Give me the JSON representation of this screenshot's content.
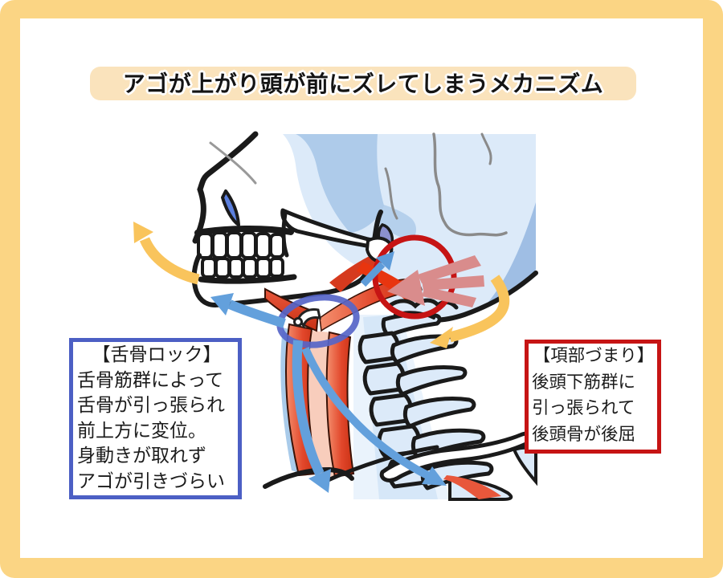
{
  "frame": {
    "border_color": "#FBD584",
    "panel_color": "#FFFFFF"
  },
  "title": {
    "text": "アゴが上がり頭が前にズレてしまうメカニズム",
    "pill_color": "#FAE3BC",
    "text_color": "#141414"
  },
  "callouts": {
    "hyoid_lock": {
      "border_color": "#4C5FC4",
      "heading": "【舌骨ロック】",
      "lines": [
        "舌骨筋群によって",
        "舌骨が引っ張られ",
        "前上方に変位。",
        "身動きが取れず",
        "アゴが引きづらい"
      ]
    },
    "nape_jam": {
      "border_color": "#C61414",
      "heading": "【項部づまり】",
      "lines": [
        "後頭下筋群に",
        "引っ張られて",
        "後頭骨が後屈"
      ]
    }
  },
  "illustration": {
    "subject": "skull-and-cervical-spine-side-view",
    "marker_colors": {
      "red_circle": "#C61414",
      "blue_ellipse": "#5665C8",
      "yellow_arrow": "#F9C45C",
      "blue_arrow": "#5E9CD9",
      "pink_pull_arrow": "#D98C8C",
      "muscle_red": "#E2472B",
      "bone_blue": "#DCEAF9"
    }
  }
}
